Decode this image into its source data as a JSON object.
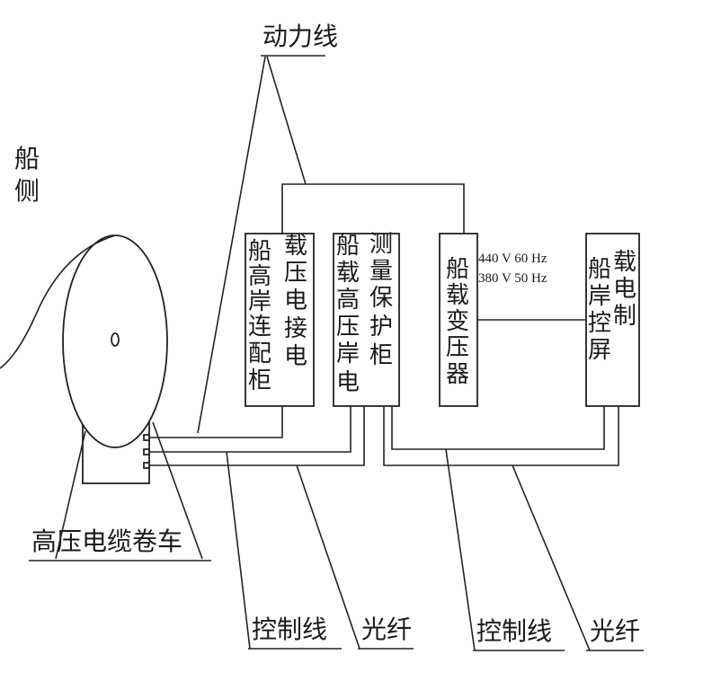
{
  "labels": {
    "power_line": "动力线",
    "ship_side_1": "船",
    "ship_side_2": "侧",
    "reel": "高压电缆卷车",
    "control_line_left": "控制线",
    "fiber_left": "光纤",
    "control_line_right": "控制线",
    "fiber_right": "光纤"
  },
  "boxes": {
    "shore_conn_cabinet": {
      "col1": [
        "船",
        "高",
        "岸",
        "连",
        "配",
        "柜"
      ],
      "col2": [
        "载",
        "压",
        "电",
        "接",
        "电"
      ]
    },
    "protect_cabinet": {
      "col1": [
        "船",
        "载",
        "高",
        "压",
        "岸",
        "电"
      ],
      "col2": [
        "测",
        "量",
        "保",
        "护",
        "柜"
      ]
    },
    "transformer": {
      "col1": [
        "船",
        "载",
        "变",
        "压",
        "器"
      ]
    },
    "control_screen": {
      "col1": [
        "船",
        "岸",
        "控",
        "屏"
      ],
      "col2": [
        "载",
        "电",
        "制"
      ]
    }
  },
  "voltage": {
    "line1": "440 V 60 Hz",
    "line2": "380 V 50 Hz"
  }
}
